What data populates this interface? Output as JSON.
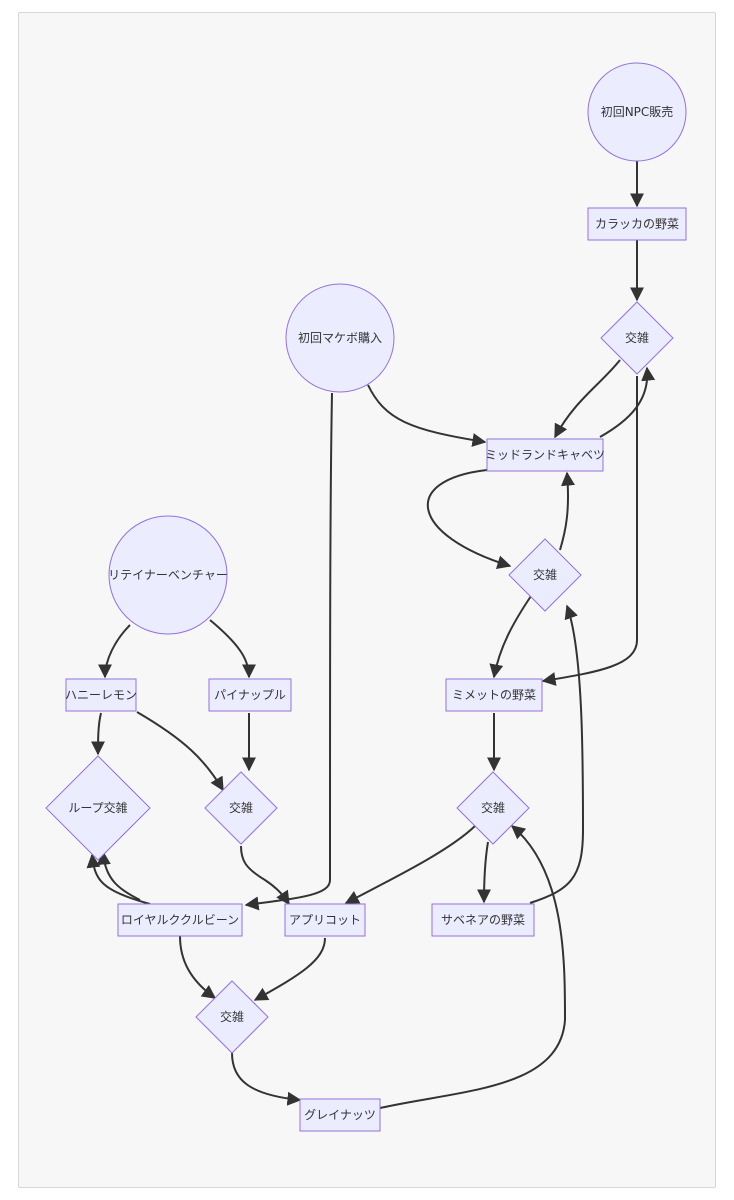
{
  "diagram": {
    "type": "flowchart",
    "nodes": [
      {
        "id": "npc",
        "label": "初回NPC販売",
        "shape": "circle"
      },
      {
        "id": "karakka",
        "label": "カラッカの野菜",
        "shape": "rect"
      },
      {
        "id": "cross1",
        "label": "交雑",
        "shape": "diamond"
      },
      {
        "id": "markebo",
        "label": "初回マケボ購入",
        "shape": "circle"
      },
      {
        "id": "midland",
        "label": "ミッドランドキャベツ",
        "shape": "rect"
      },
      {
        "id": "cross2",
        "label": "交雑",
        "shape": "diamond"
      },
      {
        "id": "retainer",
        "label": "リテイナーベンチャー",
        "shape": "circle"
      },
      {
        "id": "honey",
        "label": "ハニーレモン",
        "shape": "rect"
      },
      {
        "id": "pine",
        "label": "パイナップル",
        "shape": "rect"
      },
      {
        "id": "mimetto",
        "label": "ミメットの野菜",
        "shape": "rect"
      },
      {
        "id": "loop",
        "label": "ループ交雑",
        "shape": "diamond"
      },
      {
        "id": "cross3",
        "label": "交雑",
        "shape": "diamond"
      },
      {
        "id": "cross4",
        "label": "交雑",
        "shape": "diamond"
      },
      {
        "id": "royal",
        "label": "ロイヤルククルビーン",
        "shape": "rect"
      },
      {
        "id": "apricot",
        "label": "アプリコット",
        "shape": "rect"
      },
      {
        "id": "savenea",
        "label": "サベネアの野菜",
        "shape": "rect"
      },
      {
        "id": "cross5",
        "label": "交雑",
        "shape": "diamond"
      },
      {
        "id": "grey",
        "label": "グレイナッツ",
        "shape": "rect"
      }
    ],
    "edges": [
      {
        "from": "npc",
        "to": "karakka"
      },
      {
        "from": "karakka",
        "to": "cross1"
      },
      {
        "from": "cross1",
        "to": "midland"
      },
      {
        "from": "midland",
        "to": "cross1"
      },
      {
        "from": "cross1",
        "to": "mimetto"
      },
      {
        "from": "markebo",
        "to": "midland"
      },
      {
        "from": "markebo",
        "to": "royal"
      },
      {
        "from": "midland",
        "to": "cross2"
      },
      {
        "from": "cross2",
        "to": "midland"
      },
      {
        "from": "cross2",
        "to": "mimetto"
      },
      {
        "from": "retainer",
        "to": "honey"
      },
      {
        "from": "retainer",
        "to": "pine"
      },
      {
        "from": "honey",
        "to": "loop"
      },
      {
        "from": "honey",
        "to": "cross3"
      },
      {
        "from": "pine",
        "to": "cross3"
      },
      {
        "from": "loop",
        "to": "royal"
      },
      {
        "from": "royal",
        "to": "loop"
      },
      {
        "from": "cross3",
        "to": "apricot"
      },
      {
        "from": "mimetto",
        "to": "cross4"
      },
      {
        "from": "cross4",
        "to": "apricot"
      },
      {
        "from": "cross4",
        "to": "savenea"
      },
      {
        "from": "savenea",
        "to": "cross2"
      },
      {
        "from": "royal",
        "to": "cross5"
      },
      {
        "from": "apricot",
        "to": "cross5"
      },
      {
        "from": "cross5",
        "to": "grey"
      },
      {
        "from": "grey",
        "to": "cross4"
      }
    ]
  }
}
